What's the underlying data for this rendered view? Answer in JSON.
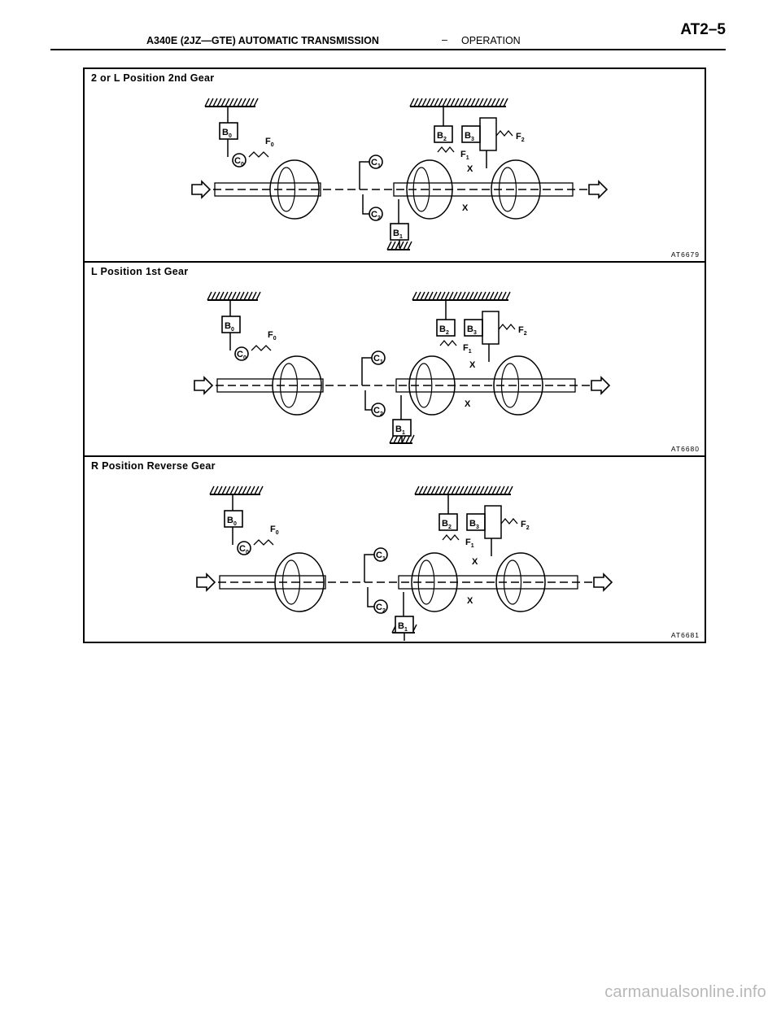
{
  "header": {
    "title": "A340E (2JZ—GTE) AUTOMATIC TRANSMISSION",
    "separator": "–",
    "section": "OPERATION",
    "page": "AT2–5"
  },
  "panels": [
    {
      "title": "2 or L Position 2nd Gear",
      "code": "AT6679",
      "labels": {
        "b0": "B0",
        "f0": "F0",
        "c0": "C0",
        "c1": "C1",
        "c2": "C2",
        "b1": "B1",
        "b2": "B2",
        "b3": "B3",
        "f1": "F1",
        "f2": "F2",
        "x": "X"
      }
    },
    {
      "title": "L Position 1st Gear",
      "code": "AT6680",
      "labels": {
        "b0": "B0",
        "f0": "F0",
        "c0": "C0",
        "c1": "C1",
        "c2": "C2",
        "b1": "B1",
        "b2": "B2",
        "b3": "B3",
        "f1": "F1",
        "f2": "F2",
        "x": "X"
      }
    },
    {
      "title": "R Position Reverse Gear",
      "code": "AT6681",
      "labels": {
        "b0": "B0",
        "f0": "F0",
        "c0": "C0",
        "c1": "C1",
        "c2": "C2",
        "b1": "B1",
        "b2": "B2",
        "b3": "B3",
        "f1": "F1",
        "f2": "F2",
        "x": "X"
      }
    }
  ],
  "watermark": "carmanualsonline.info"
}
